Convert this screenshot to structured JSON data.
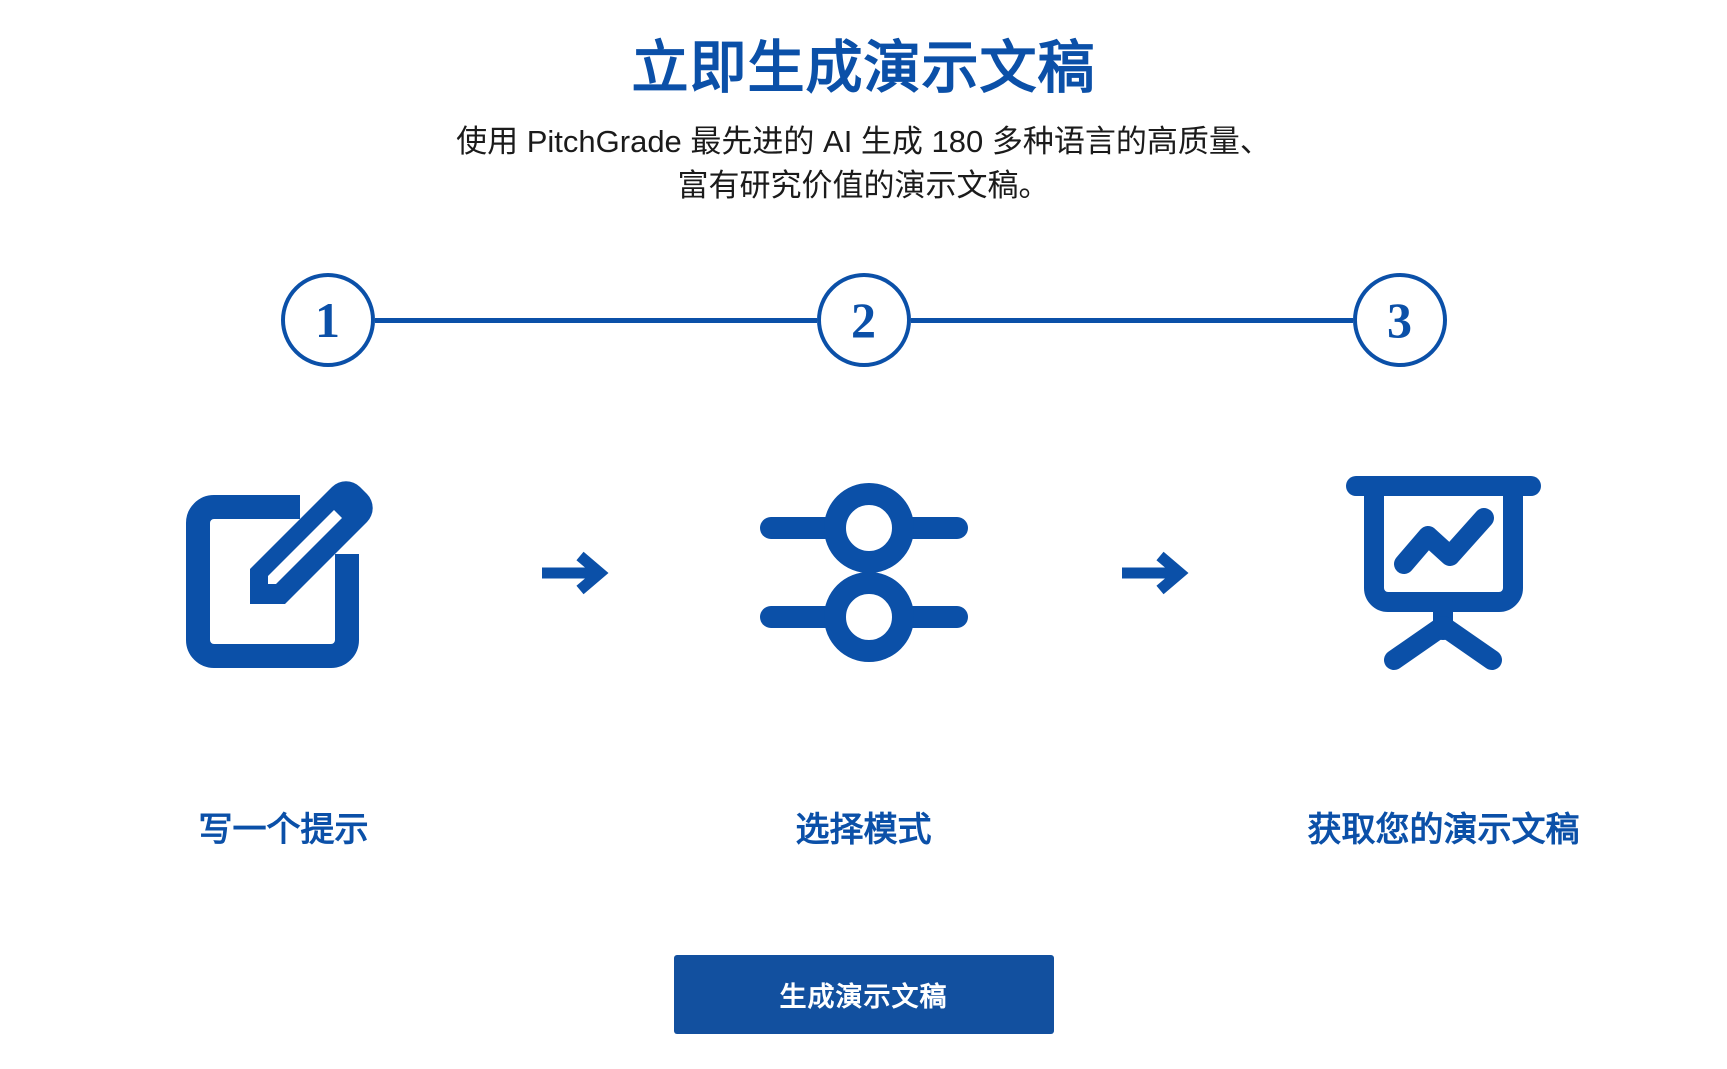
{
  "theme": {
    "brand_blue": "#0b50a8",
    "button_blue": "#12509f",
    "text_dark": "#1b1b1b",
    "background": "#ffffff"
  },
  "header": {
    "title": "立即生成演示文稿",
    "subtitle_line1": "使用 PitchGrade 最先进的 AI 生成 180 多种语言的高质量、",
    "subtitle_line2": "富有研究价值的演示文稿。"
  },
  "stepper": {
    "steps": [
      {
        "number": "1"
      },
      {
        "number": "2"
      },
      {
        "number": "3"
      }
    ]
  },
  "steps": [
    {
      "icon": "pen-to-square-icon",
      "label": "写一个提示"
    },
    {
      "icon": "sliders-icon",
      "label": "选择模式"
    },
    {
      "icon": "presentation-chart-screen-icon",
      "label": "获取您的演示文稿"
    }
  ],
  "arrows": [
    {
      "icon": "arrow-right-icon"
    },
    {
      "icon": "arrow-right-icon"
    }
  ],
  "cta": {
    "label": "生成演示文稿"
  }
}
